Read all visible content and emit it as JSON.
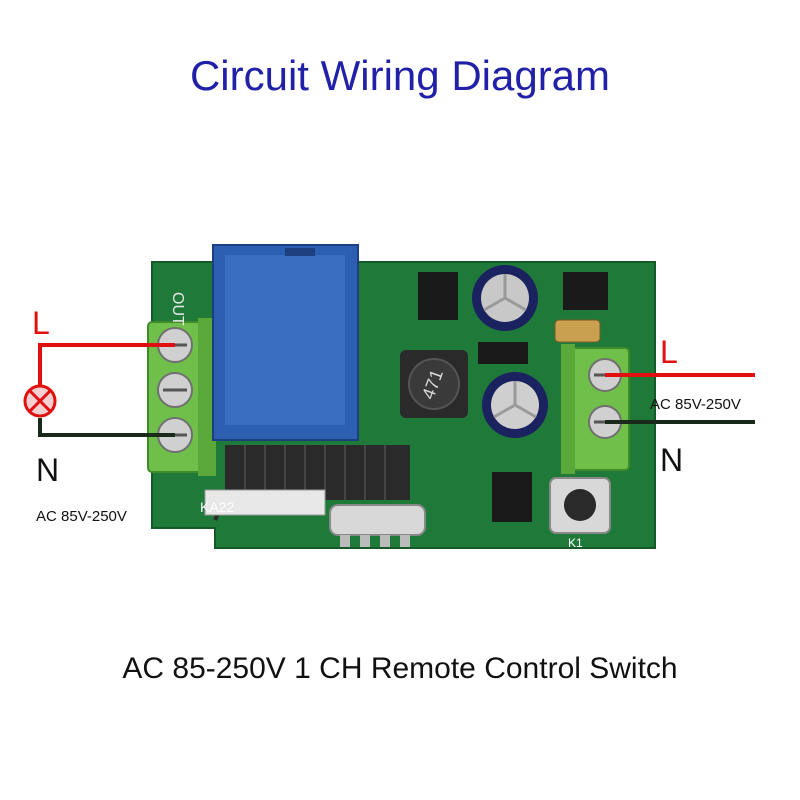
{
  "title": "Circuit Wiring Diagram",
  "caption": "AC 85-250V 1 CH Remote Control Switch",
  "left_side": {
    "live_label": "L",
    "neutral_label": "N",
    "voltage_label": "AC 85V-250V"
  },
  "right_side": {
    "live_label": "L",
    "neutral_label": "N",
    "voltage_label": "AC 85V-250V"
  },
  "board_markings": {
    "out_label": "OUT",
    "antenna_label": "KA22",
    "button_label": "K1",
    "inductor_label": "471"
  },
  "colors": {
    "title": "#2020a8",
    "live_wire": "#e01010",
    "neutral_wire": "#1a2a1a",
    "pcb": "#1f7a3a",
    "relay": "#2d5fb0",
    "terminal": "#6fbf4a",
    "lamp": "#e01010"
  }
}
